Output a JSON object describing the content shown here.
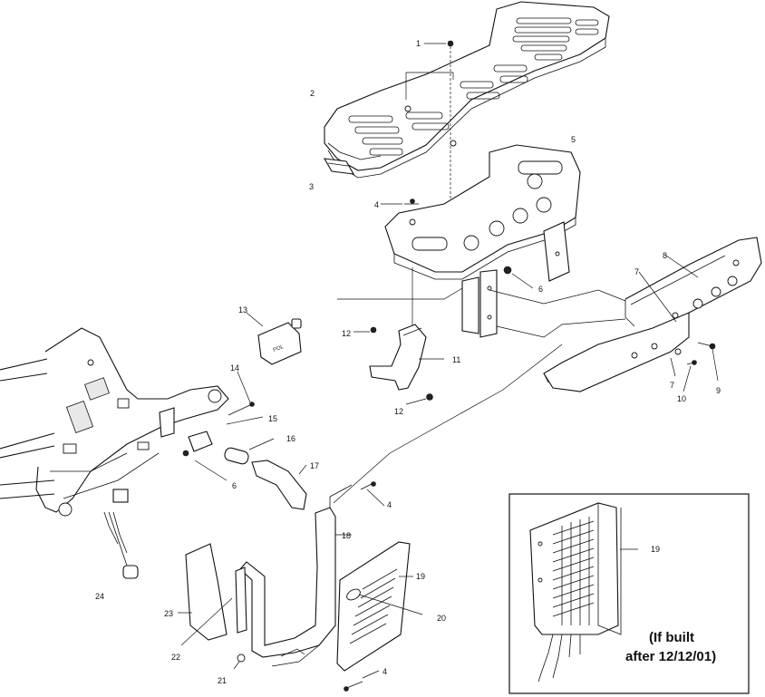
{
  "callouts": {
    "c1": "1",
    "c2": "2",
    "c3": "3",
    "c4a": "4",
    "c5": "5",
    "c6a": "6",
    "c7a": "7",
    "c8": "8",
    "c9": "9",
    "c7b": "7",
    "c10": "10",
    "c13": "13",
    "c12a": "12",
    "c11": "11",
    "c12b": "12",
    "c14": "14",
    "c15": "15",
    "c16": "16",
    "c6b": "6",
    "c17": "17",
    "c4b": "4",
    "c18": "18",
    "c19a": "19",
    "c20": "20",
    "c23": "23",
    "c22": "22",
    "c21": "21",
    "c24": "24",
    "c4c": "4",
    "c19b": "19"
  },
  "inset_note": {
    "line1": "(If built",
    "line2": "after 12/12/01)"
  }
}
